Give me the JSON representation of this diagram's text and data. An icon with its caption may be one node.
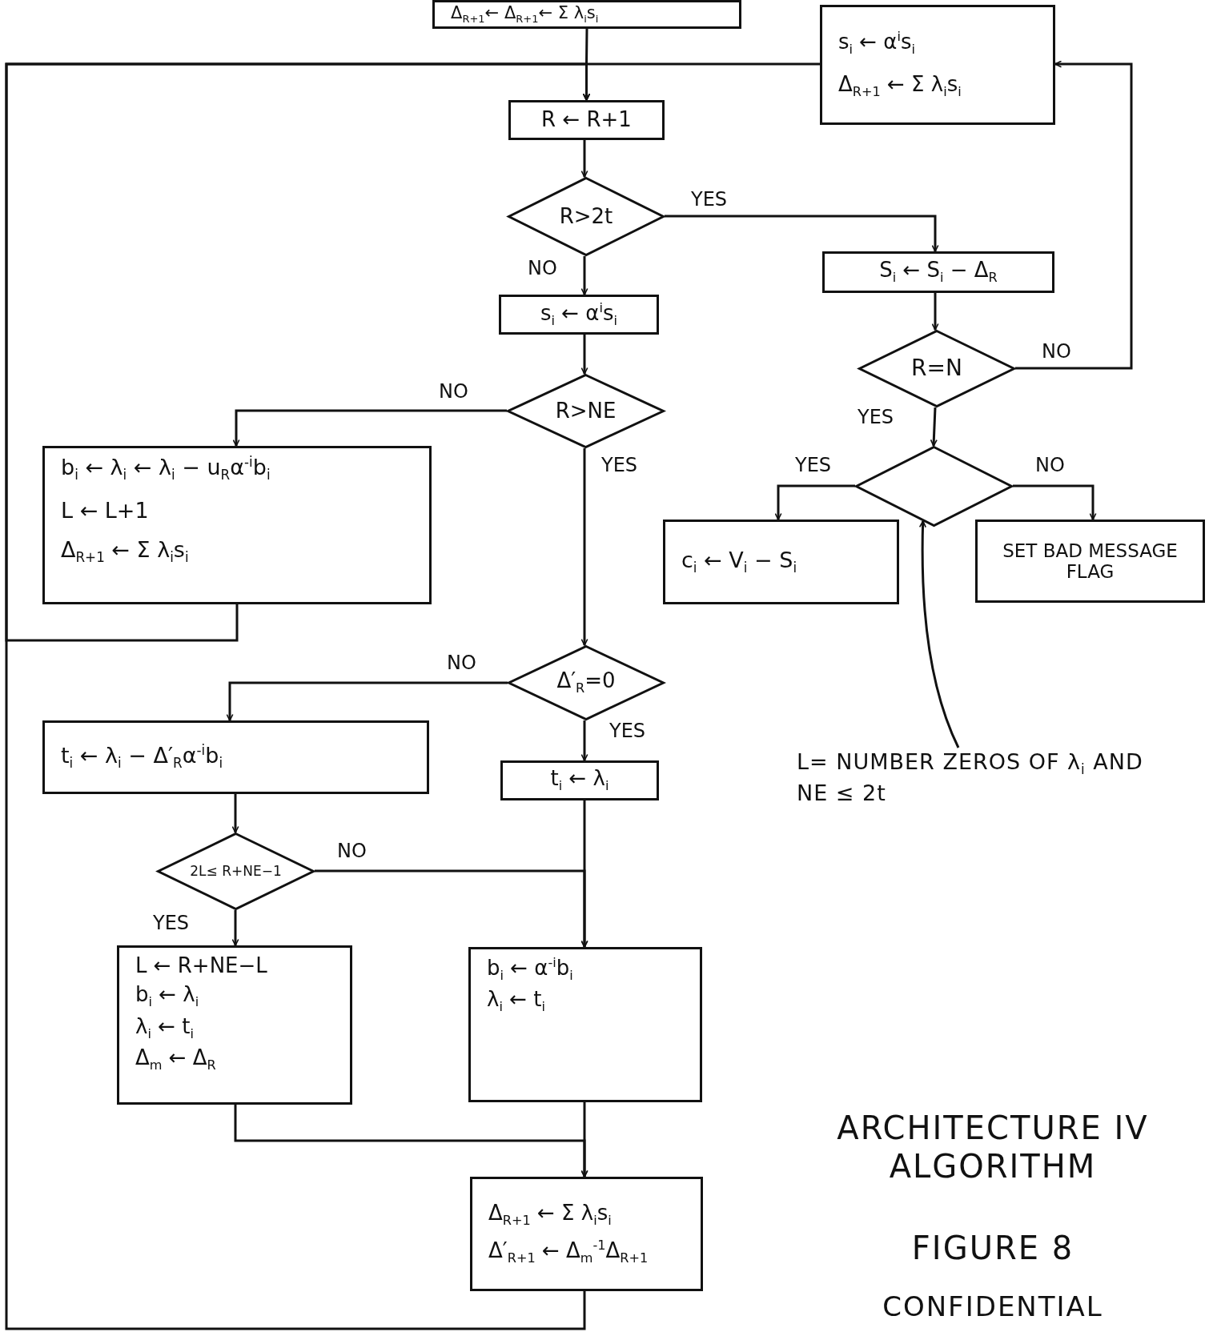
{
  "diagram": {
    "title": "ARCHITECTURE IV ALGORITHM",
    "caption": "FIGURE 8",
    "nodes": [
      {
        "text": [
          "Δ$_{R+1}$← Δ$_{R+1}$← Σ λ$_{i}$s$_{i}$"
        ]
      },
      {
        "text": [
          "s$_{i}$ ← α$^{i}$s$_{i}$",
          "Δ$_{R+1}$ ← Σ λ$_{i}$s$_{i}$"
        ]
      },
      {
        "text": [
          "R ← R+1"
        ]
      },
      {
        "text": [
          "R>2t"
        ]
      },
      {
        "text": [
          "S$_{i}$ ← S$_{i}$ − Δ$_{R}$"
        ]
      },
      {
        "text": [
          "s$_{i}$ ← α$^{i}$s$_{i}$"
        ]
      },
      {
        "text": [
          "R=N"
        ]
      },
      {
        "text": [
          "R>NE"
        ]
      },
      {
        "text": [
          "b$_{i}$ ← λ$_{i}$ ← λ$_{i}$ − u$_{R}$α$^{-i}$b$_{i}$",
          "L ← L+1",
          "Δ$_{R+1}$ ← Σ λ$_{i}$s$_{i}$"
        ]
      },
      {
        "text": [],
        "shape": "diamond"
      },
      {
        "text": [
          "c$_{i}$ ← V$_{i}$ − S$_{i}$"
        ]
      },
      {
        "text": [
          "SET BAD MESSAGE FLAG"
        ]
      },
      {
        "text": [
          "Δ′$_{R}$=0"
        ]
      },
      {
        "text": [
          "t$_{i}$ ← λ$_{i}$ − Δ′$_{R}$α$^{-i}$b$_{i}$"
        ]
      },
      {
        "text": [
          "t$_{i}$ ← λ$_{i}$"
        ]
      },
      {
        "text": [
          "2L≤ R+NE−1"
        ]
      },
      {
        "text": [
          "L ← R+NE−L",
          "b$_{i}$ ← λ$_{i}$",
          "λ$_{i}$ ← t$_{i}$",
          "Δ$_{m}$ ← Δ$_{R}$"
        ]
      },
      {
        "text": [
          "b$_{i}$ ← α$^{-i}$b$_{i}$",
          "λ$_{i}$ ← t$_{i}$"
        ]
      },
      {
        "text": [
          "Δ$_{R+1}$ ← Σ λ$_{i}$s$_{i}$",
          "Δ′$_{R+1}$ ← Δ$_{m}$$^{-1}$Δ$_{R+1}$"
        ]
      },
      {
        "text": [
          "L= NUMBER ZEROS OF λ$_{i}$ AND NE ≤ 2t"
        ]
      }
    ],
    "edges": [
      {
        "from": 0,
        "to": 2,
        "arrow": "to"
      },
      {
        "from": 1,
        "to": 2,
        "arrow": "to"
      },
      {
        "from": 18,
        "to": 2,
        "arrow": "to"
      },
      {
        "from": 8,
        "to": 2,
        "arrow": "to"
      },
      {
        "from": 2,
        "to": 3,
        "arrow": "to"
      },
      {
        "from": 3,
        "to": 4,
        "arrow": "to",
        "label": "YES"
      },
      {
        "from": 3,
        "to": 5,
        "arrow": "to",
        "label": "NO"
      },
      {
        "from": 4,
        "to": 6,
        "arrow": "to"
      },
      {
        "from": 6,
        "to": 1,
        "arrow": "to",
        "label": "NO"
      },
      {
        "from": 6,
        "to": 9,
        "arrow": "to",
        "label": "YES"
      },
      {
        "from": 9,
        "to": 10,
        "arrow": "to",
        "label": "YES"
      },
      {
        "from": 9,
        "to": 11,
        "arrow": "to",
        "label": "NO"
      },
      {
        "from": 5,
        "to": 7,
        "arrow": "to"
      },
      {
        "from": 7,
        "to": 8,
        "arrow": "to",
        "label": "NO"
      },
      {
        "from": 7,
        "to": 12,
        "arrow": "to",
        "label": "YES"
      },
      {
        "from": 12,
        "to": 13,
        "arrow": "to",
        "label": "NO"
      },
      {
        "from": 12,
        "to": 14,
        "arrow": "to",
        "label": "YES"
      },
      {
        "from": 13,
        "to": 15,
        "arrow": "to"
      },
      {
        "from": 15,
        "to": 16,
        "arrow": "to",
        "label": "YES"
      },
      {
        "from": 15,
        "to": 17,
        "arrow": "to",
        "label": "NO"
      },
      {
        "from": 14,
        "to": 17,
        "arrow": "to"
      },
      {
        "from": 16,
        "to": 18,
        "arrow": "to"
      },
      {
        "from": 17,
        "to": 18,
        "arrow": "to"
      },
      {
        "from": 19,
        "to": 9,
        "arrow": "to"
      }
    ],
    "labels": [
      "CONFIDENTIAL"
    ]
  }
}
